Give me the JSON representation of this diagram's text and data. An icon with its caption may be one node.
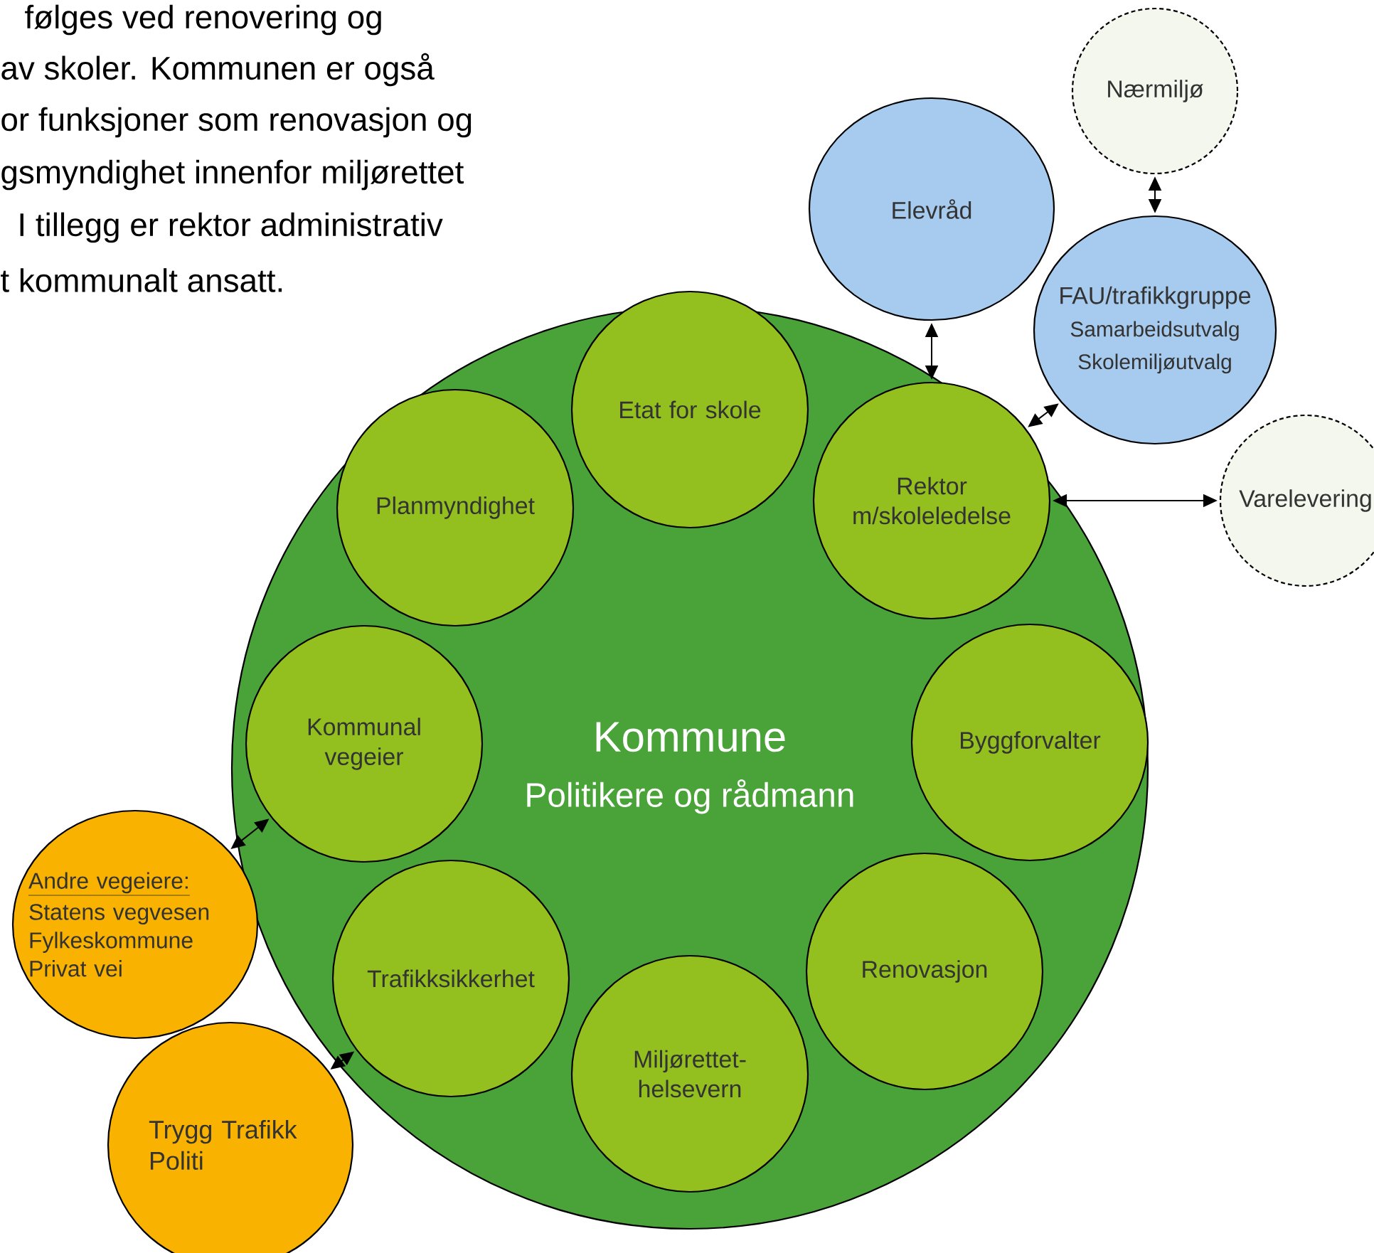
{
  "diagram": {
    "nodes": [
      {
        "text": [
          "Kommune",
          "Politikere og rådmann"
        ]
      },
      {
        "text": [
          "Etat for skole"
        ],
        "in": 0
      },
      {
        "text": [
          "Planmyndighet"
        ],
        "in": 0
      },
      {
        "text": [
          "Rektor m/skoleledelse"
        ],
        "in": 0
      },
      {
        "text": [
          "Kommunal vegeier"
        ],
        "in": 0
      },
      {
        "text": [
          "Byggforvalter"
        ],
        "in": 0
      },
      {
        "text": [
          "Trafikksikkerhet"
        ],
        "in": 0
      },
      {
        "text": [
          "Renovasjon"
        ],
        "in": 0
      },
      {
        "text": [
          "Miljørettet-helsevern"
        ],
        "in": 0
      },
      {
        "text": [
          "Nærmiljø"
        ]
      },
      {
        "text": [
          "Elevråd"
        ]
      },
      {
        "text": [
          "FAU/trafikkgruppe",
          "Samarbeidsutvalg",
          "Skolemiljøutvalg"
        ]
      },
      {
        "text": [
          "Varelevering"
        ]
      },
      {
        "text": [
          "Andre vegeiere:",
          "Statens vegvesen Fylkeskommune Privat vei"
        ]
      },
      {
        "text": [
          "Trygg Trafikk Politi"
        ]
      }
    ],
    "edges": [
      {
        "from": 10,
        "to": 3,
        "arrow": "both"
      },
      {
        "from": 9,
        "to": 11,
        "arrow": "both"
      },
      {
        "from": 3,
        "to": 11,
        "arrow": "both"
      },
      {
        "from": 3,
        "to": 12,
        "arrow": "both"
      },
      {
        "from": 13,
        "to": 4,
        "arrow": "both"
      },
      {
        "from": 14,
        "to": 6,
        "arrow": "both"
      }
    ],
    "labels": [
      "følges ved renovering og",
      "av skoler. Kommunen er også",
      "or funksjoner som renovasjon og",
      "gsmyndighet innenfor miljørettet",
      "I tillegg er rektor administrativ",
      "t kommunalt ansatt."
    ]
  }
}
